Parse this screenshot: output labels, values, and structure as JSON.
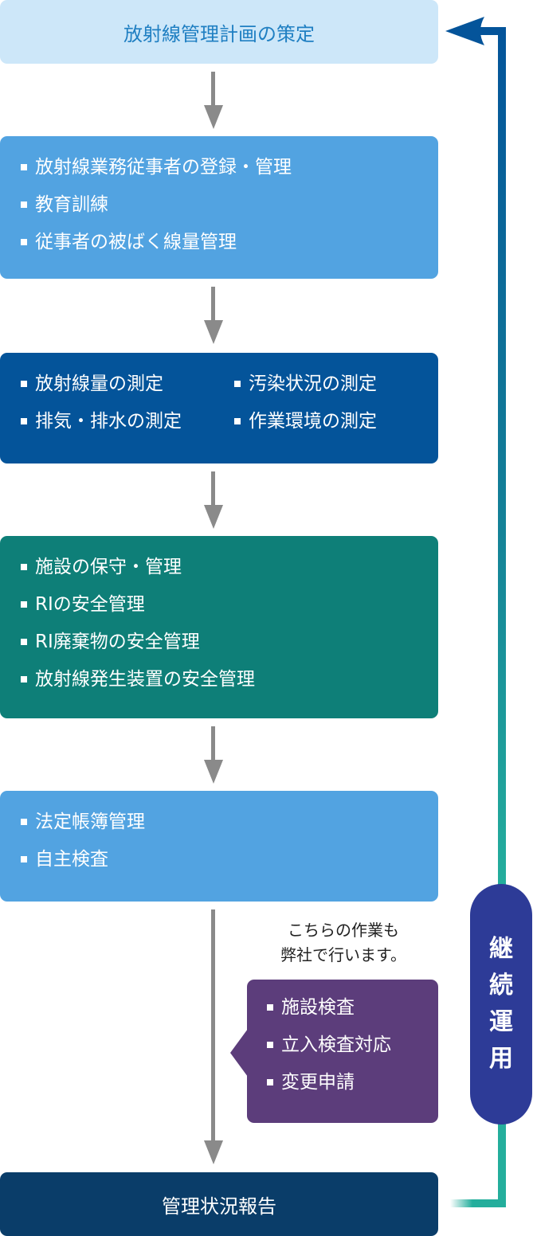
{
  "colors": {
    "plan_bg": "#cde7f9",
    "plan_text": "#1f7fc2",
    "light_blue": "#52a3e1",
    "dark_blue": "#04549a",
    "teal": "#0e7f78",
    "purple": "#5c3d7b",
    "navy": "#0a3d69",
    "arrow_gray": "#8a8a8a",
    "loop_top": "#04549a",
    "loop_bottom": "#24ae9c",
    "pill": "#2d3b97"
  },
  "steps": {
    "plan": {
      "label": "放射線管理計画の策定"
    },
    "personnel": {
      "items": [
        "放射線業務従事者の登録・管理",
        "教育訓練",
        "従事者の被ばく線量管理"
      ]
    },
    "measurement": {
      "items": [
        "放射線量の測定",
        "汚染状況の測定",
        "排気・排水の測定",
        "作業環境の測定"
      ]
    },
    "safety": {
      "items": [
        "施設の保守・管理",
        "RIの安全管理",
        "RI廃棄物の安全管理",
        "放射線発生装置の安全管理"
      ]
    },
    "records": {
      "items": [
        "法定帳簿管理",
        "自主検査"
      ]
    },
    "report": {
      "label": "管理状況報告"
    }
  },
  "side_note": {
    "line1": "こちらの作業も",
    "line2": "弊社で行います。",
    "items": [
      "施設検査",
      "立入検査対応",
      "変更申請"
    ]
  },
  "loop": {
    "label_chars": [
      "継",
      "続",
      "運",
      "用"
    ]
  }
}
